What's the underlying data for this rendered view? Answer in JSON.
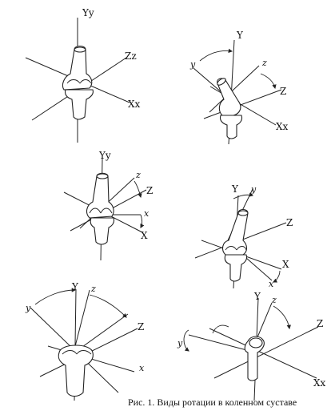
{
  "caption": "Рис. 1. Виды ротации в коленном суставе",
  "labels": {
    "Y": "Y",
    "y": "y",
    "Yy": "Yy",
    "Z": "Z",
    "z": "z",
    "Zz": "Zz",
    "X": "X",
    "x": "x",
    "Xx": "Xx"
  },
  "panels": [
    {
      "label_set": [
        "Yy",
        "Zz",
        "Xx"
      ]
    },
    {
      "label_set": [
        "Y",
        "y",
        "z",
        "Z",
        "Xx"
      ]
    },
    {
      "label_set": [
        "Yy",
        "z",
        "Z",
        "x",
        "X"
      ]
    },
    {
      "label_set": [
        "Y",
        "y",
        "Z",
        "X",
        "x"
      ]
    },
    {
      "label_set": [
        "Y",
        "z",
        "y",
        "Z",
        "x"
      ]
    },
    {
      "label_set": [
        "Y",
        "z",
        "Z",
        "y",
        "Xx"
      ]
    }
  ]
}
